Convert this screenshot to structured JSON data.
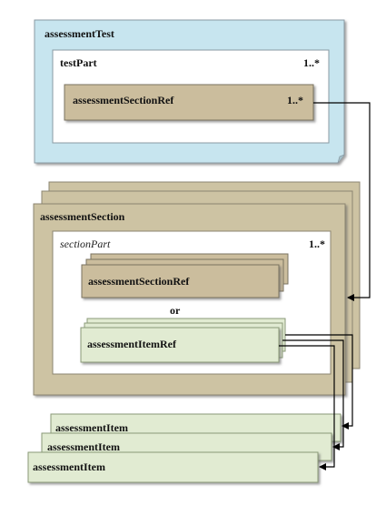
{
  "assessment_test": {
    "title": "assessmentTest",
    "test_part": {
      "title": "testPart",
      "multiplicity": "1..*"
    },
    "section_ref": {
      "title": "assessmentSectionRef",
      "multiplicity": "1..*"
    }
  },
  "assessment_section": {
    "title": "assessmentSection",
    "section_part": {
      "title": "sectionPart",
      "multiplicity": "1..*"
    },
    "section_ref": {
      "title": "assessmentSectionRef"
    },
    "or_label": "or",
    "item_ref": {
      "title": "assessmentItemRef"
    }
  },
  "assessment_items": [
    {
      "title": "assessmentItem"
    },
    {
      "title": "assessmentItem"
    },
    {
      "title": "assessmentItem"
    }
  ],
  "colors": {
    "test_fill": "#c7e5ef",
    "section_fill": "#cdc3a3",
    "ref_fill": "#cbbd9d",
    "item_fill": "#e1ebd2",
    "arrow": "#000000"
  }
}
